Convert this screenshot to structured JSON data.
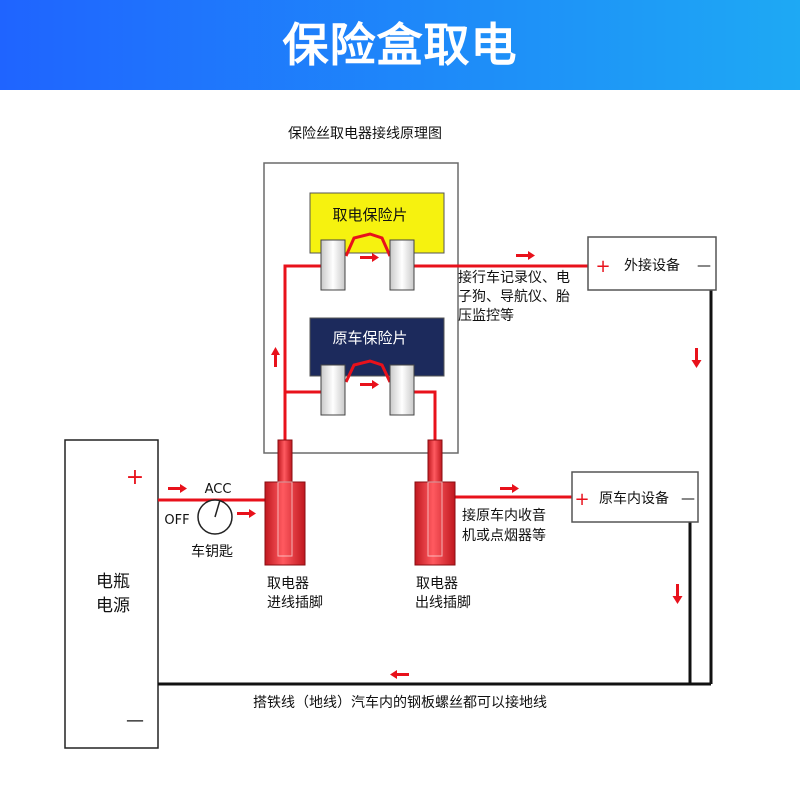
{
  "banner": {
    "title": "保险盒取电"
  },
  "diagram": {
    "title": "保险丝取电器接线原理图",
    "fuse_tap": "取电保险片",
    "fuse_original": "原车保险片",
    "external_device": "外接设备",
    "external_note": [
      "接行车记录仪、电",
      "子狗、导航仪、胎",
      "压监控等"
    ],
    "internal_device": "原车内设备",
    "internal_note": [
      "接原车内收音",
      "机或点烟器等"
    ],
    "battery": [
      "电瓶",
      "电源"
    ],
    "plus": "+",
    "minus": "—",
    "acc": "ACC",
    "off": "OFF",
    "key": "车钥匙",
    "in_pin": [
      "取电器",
      "进线插脚"
    ],
    "out_pin": [
      "取电器",
      "出线插脚"
    ],
    "ground": "搭铁线（地线）汽车内的钢板螺丝都可以接地线"
  },
  "colors": {
    "banner_start": "#1f64ff",
    "banner_end": "#1ea9f4",
    "wire": "#e8111b",
    "ground": "#111111",
    "fuse_tap_fill": "#f6f20f",
    "fuse_original_fill": "#1c2a5c"
  }
}
